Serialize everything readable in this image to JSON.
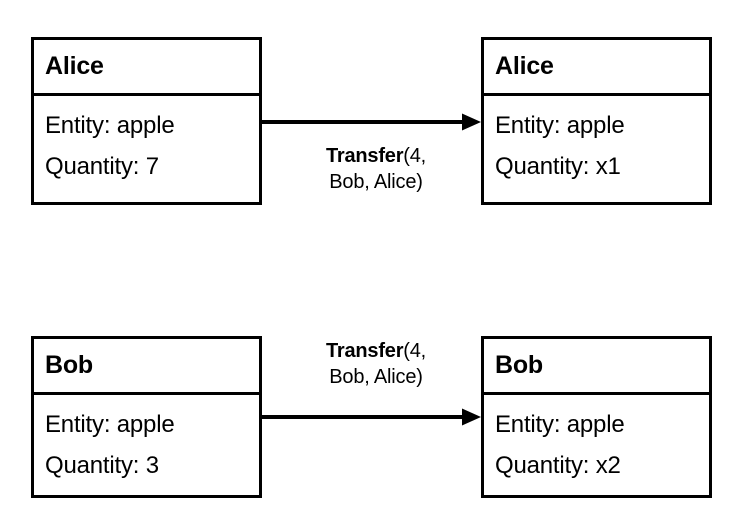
{
  "diagram": {
    "type": "state-transition-diagram",
    "background_color": "#ffffff",
    "line_color": "#000000",
    "rows": [
      {
        "id": "alice-row",
        "source": {
          "name": "Alice",
          "attributes": [
            {
              "label": "Entity: apple"
            },
            {
              "label": "Quantity: 7"
            }
          ]
        },
        "edge": {
          "operation": "Transfer",
          "args": "(4,",
          "args_line2": "Bob, Alice)",
          "label_position": "below-arrow",
          "direction": "left-to-right"
        },
        "target": {
          "name": "Alice",
          "attributes": [
            {
              "label": "Entity: apple"
            },
            {
              "label": "Quantity: x1"
            }
          ]
        }
      },
      {
        "id": "bob-row",
        "source": {
          "name": "Bob",
          "attributes": [
            {
              "label": "Entity: apple"
            },
            {
              "label": "Quantity: 3"
            }
          ]
        },
        "edge": {
          "operation": "Transfer",
          "args": "(4,",
          "args_line2": "Bob, Alice)",
          "label_position": "above-arrow",
          "direction": "left-to-right"
        },
        "target": {
          "name": "Bob",
          "attributes": [
            {
              "label": "Entity: apple"
            },
            {
              "label": "Quantity: x2"
            }
          ]
        }
      }
    ]
  }
}
